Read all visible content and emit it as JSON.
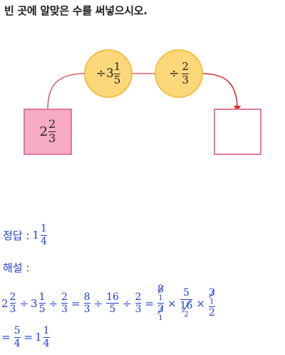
{
  "question": "빈 곳에 알맞은 수를 써넣으시오.",
  "diagram": {
    "start_box": {
      "whole": "2",
      "num": "2",
      "den": "3"
    },
    "op1": {
      "symbol": "÷",
      "whole": "3",
      "num": "1",
      "den": "5"
    },
    "op2": {
      "symbol": "÷",
      "num": "2",
      "den": "3"
    },
    "result_box": "",
    "colors": {
      "start_fill": "#f7aac4",
      "start_border": "#e07a9a",
      "circle_fill": "#fcd87a",
      "circle_border": "#f0c04a",
      "arrow": "#d63030",
      "result_border": "#e47a94",
      "connector": "#e06060"
    }
  },
  "answer": {
    "label": "정답 : ",
    "whole": "1",
    "num": "1",
    "den": "4"
  },
  "explanation": {
    "label": "해설 :",
    "line1": {
      "t1_whole": "2",
      "t1_num": "2",
      "t1_den": "3",
      "div1": "÷",
      "t2_whole": "3",
      "t2_num": "1",
      "t2_den": "5",
      "div2": "÷",
      "t3_num": "2",
      "t3_den": "3",
      "eq1": "=",
      "u1_num": "8",
      "u1_den": "3",
      "div3": "÷",
      "u2_num": "16",
      "u2_den": "5",
      "div4": "÷",
      "u3_num": "2",
      "u3_den": "3",
      "eq2": "=",
      "v1_num": "8",
      "v1_num_sup": "1",
      "v1_den": "3",
      "v1_den_sub": "1",
      "times1": "×",
      "v2_num": "5",
      "v2_den": "16",
      "v2_den_sub": "2",
      "times2": "×",
      "v3_num": "3",
      "v3_num_sup": "1",
      "v3_den": "2"
    },
    "line2": {
      "eq": "=",
      "r_num": "5",
      "r_den": "4",
      "eq2": "=",
      "f_whole": "1",
      "f_num": "1",
      "f_den": "4"
    }
  }
}
